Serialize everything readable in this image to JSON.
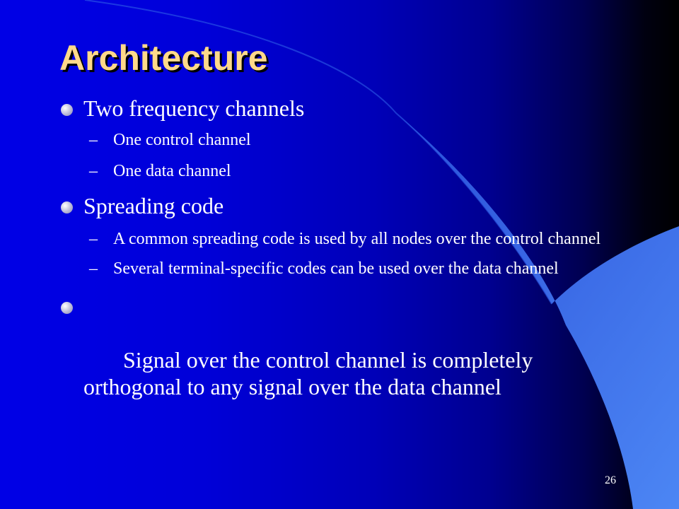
{
  "slide": {
    "title": "Architecture",
    "page_number": "26",
    "bullets": [
      {
        "text": "Two frequency channels",
        "sub": [
          "One control channel",
          "One data channel"
        ]
      },
      {
        "text": "Spreading code",
        "sub": [
          "A common spreading code is used by all nodes over the control channel",
          "Several terminal-specific codes can be used over the data channel"
        ]
      },
      {
        "text": " Signal over the control channel is completely orthogonal to any signal over the data channel",
        "sub": []
      }
    ],
    "bullet_icon": "round-bullet",
    "sub_bullet_icon": "dash",
    "colors": {
      "background": "#0000d8",
      "title": "#ffd98a",
      "text": "#ffffff",
      "curl": "#3a6ff0"
    }
  }
}
